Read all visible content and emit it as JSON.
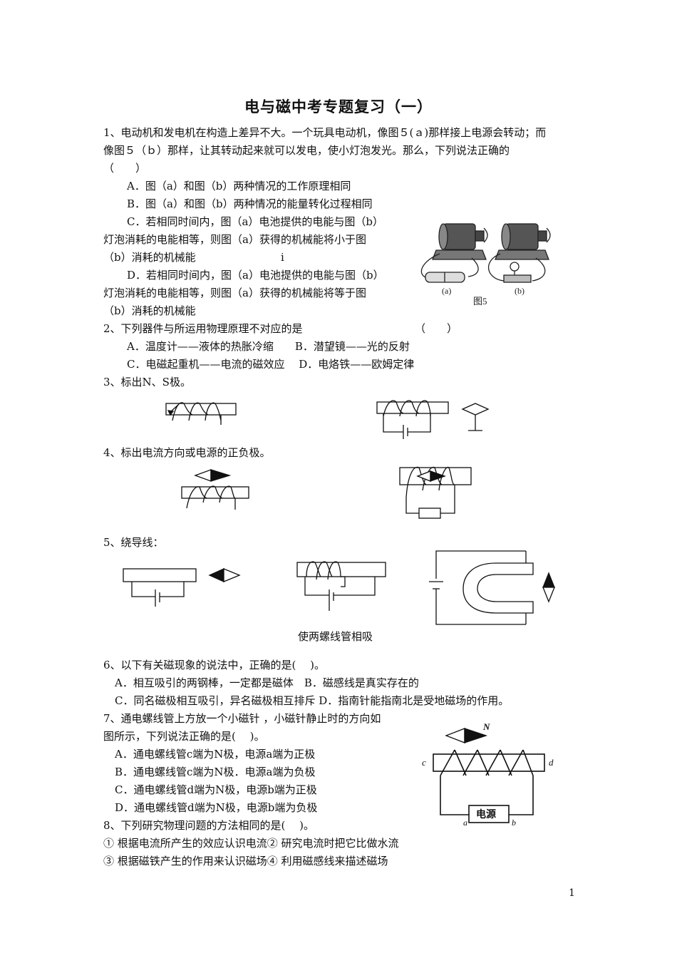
{
  "title": "电与磁中考专题复习（一）",
  "q1": {
    "line1": "1、电动机和发电机在构造上差异不大。一个玩具电动机，像图５(ａ)那样接上电源会转动；而",
    "line2": "像图５（ｂ）那样，让其转动起来就可以发电，使小灯泡发光。那么，下列说法正确的",
    "bracket": "（　　）",
    "A": "A．图（a）和图（b）两种情况的工作原理相同",
    "B": "B．图（a）和图（b）两种情况的能量转化过程相同",
    "C1": "C．若相同时间内，图（a）电池提供的电能与图（b）",
    "C2": "灯泡消耗的电能相等，则图（a）获得的机械能将小于图",
    "C3": "（b）消耗的机械能",
    "stray": "i",
    "D1": "D．若相同时间内，图（a）电池提供的电能与图（b）",
    "D2": "灯泡消耗的电能相等，则图（a）获得的机械能将等于图",
    "D3": "（b）消耗的机械能",
    "fig_a": "(a)",
    "fig_b": "(b)",
    "fig_label": "图5"
  },
  "q2": {
    "stem": "2、下列器件与所运用物理原理不对应的是",
    "bracket": "（　　）",
    "AB": "A．温度计——液体的热胀冷缩　　B．潜望镜——光的反射",
    "CD": "C．电磁起重机——电流的磁效应　 D．电烙铁——欧姆定律"
  },
  "q3": {
    "stem": "3、标出N、S极。"
  },
  "q4": {
    "stem": "4、标出电流方向或电源的正负极。"
  },
  "q5": {
    "stem": "5、绕导线：",
    "caption": "使两螺线管相吸"
  },
  "q6": {
    "stem": "6、以下有关磁现象的说法中，正确的是(　 )。",
    "AB": "A．相互吸引的两钢棒，一定都是磁体　B．磁感线是真实存在的",
    "CD": "C．同名磁极相互吸引，异名磁极相互排斥 D．指南针能指南北是受地磁场的作用。"
  },
  "q7": {
    "stem1": "7、通电螺线管上方放一个小磁针 ，小磁针静止时的方向如",
    "stem2": "图所示，下列说法正确的是(　 )。",
    "A": "A．通电螺线管c端为N极，电源a端为正极",
    "B": "B．通电螺线管c端为N极．电源a端为负极",
    "C": "C．通电螺线管d端为N极，电源b端为正极",
    "D": "D．通电螺线管d端为N极，电源b端为负极",
    "fig": {
      "N": "N",
      "c": "c",
      "d": "d",
      "a": "a",
      "b": "b",
      "source": "电源"
    }
  },
  "q8": {
    "stem": "8、下列研究物理问题的方法相同的是(　 )。",
    "l1": "① 根据电流所产生的效应认识电流② 研究电流时把它比做水流",
    "l2": "③ 根据磁铁产生的作用来认识磁场④ 利用磁感线来描述磁场"
  },
  "page_number": "1"
}
